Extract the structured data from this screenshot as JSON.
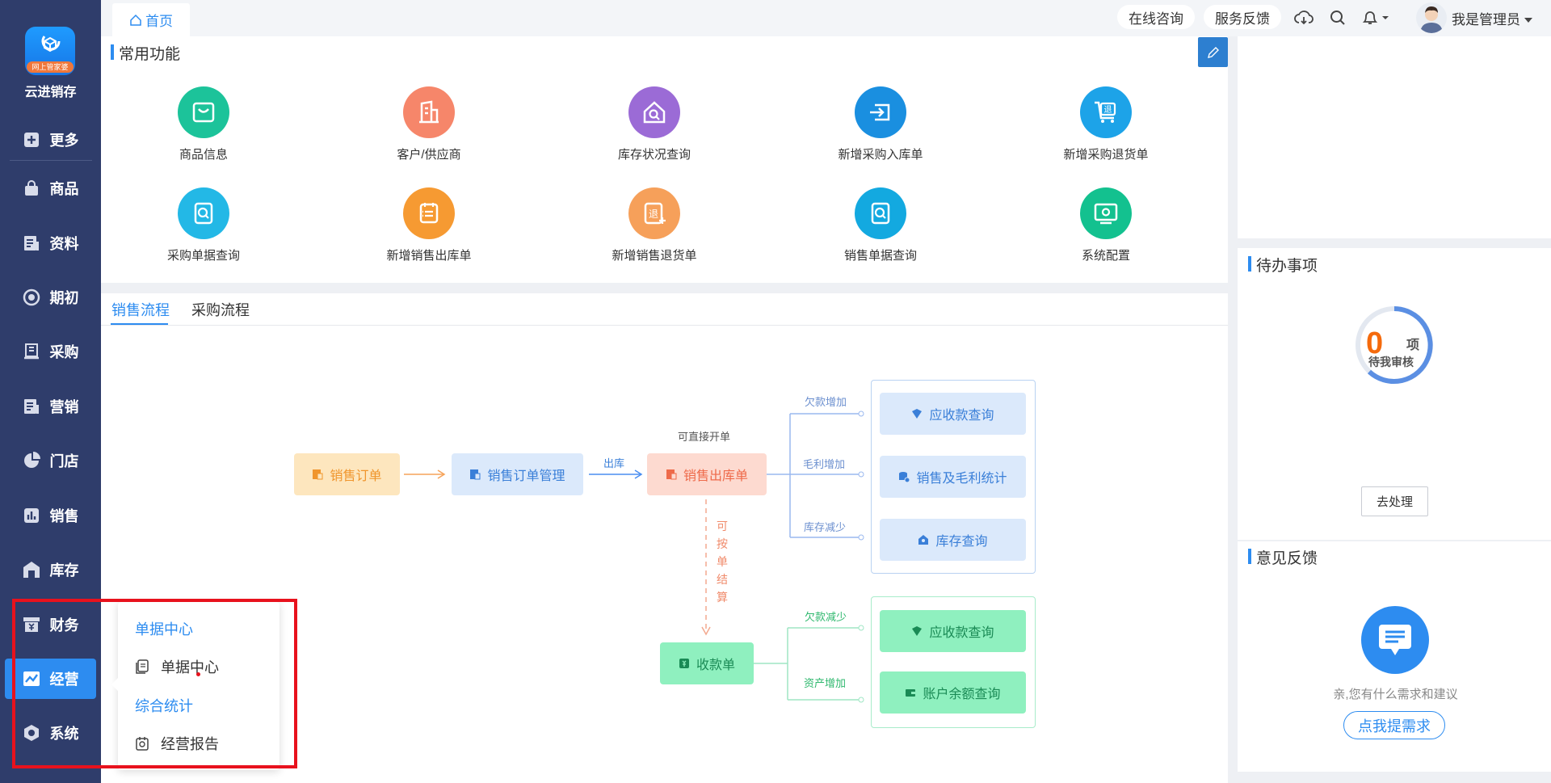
{
  "app": {
    "name": "云进销存",
    "logo_badge": "网上管家婆"
  },
  "sidebar": {
    "items": [
      {
        "label": "更多",
        "icon": "plus-square-icon"
      },
      {
        "label": "商品",
        "icon": "bag-icon"
      },
      {
        "label": "资料",
        "icon": "document-icon"
      },
      {
        "label": "期初",
        "icon": "target-icon"
      },
      {
        "label": "采购",
        "icon": "receipt-icon"
      },
      {
        "label": "营销",
        "icon": "document-icon"
      },
      {
        "label": "门店",
        "icon": "pie-icon"
      },
      {
        "label": "销售",
        "icon": "bar-chart-icon"
      },
      {
        "label": "库存",
        "icon": "warehouse-icon"
      },
      {
        "label": "财务",
        "icon": "yuan-icon"
      },
      {
        "label": "经营",
        "icon": "trend-icon"
      },
      {
        "label": "系统",
        "icon": "hexagon-icon"
      }
    ],
    "active": "经营"
  },
  "topbar": {
    "tab_home": "首页",
    "online_consult": "在线咨询",
    "service_feedback": "服务反馈",
    "username": "我是管理员"
  },
  "common": {
    "title": "常用功能",
    "items": [
      {
        "label": "商品信息",
        "color": "#1cc39a",
        "icon": "bag-icon"
      },
      {
        "label": "客户/供应商",
        "color": "#f6866a",
        "icon": "building-icon"
      },
      {
        "label": "库存状况查询",
        "color": "#9b6bd6",
        "icon": "house-search-icon"
      },
      {
        "label": "新增采购入库单",
        "color": "#1a8fe0",
        "icon": "import-icon"
      },
      {
        "label": "新增采购退货单",
        "color": "#1da3e8",
        "icon": "cart-return-icon"
      },
      {
        "label": "采购单据查询",
        "color": "#23b8e6",
        "icon": "search-doc-icon"
      },
      {
        "label": "新增销售出库单",
        "color": "#f69a32",
        "icon": "doc-list-icon"
      },
      {
        "label": "新增销售退货单",
        "color": "#f6a05a",
        "icon": "return-doc-icon"
      },
      {
        "label": "销售单据查询",
        "color": "#13a9e0",
        "icon": "search-doc-icon"
      },
      {
        "label": "系统配置",
        "color": "#13c18f",
        "icon": "settings-screen-icon"
      }
    ]
  },
  "flow": {
    "tabs": [
      "销售流程",
      "采购流程"
    ],
    "nodes": {
      "sales_order": "销售订单",
      "order_mgmt": "销售订单管理",
      "outbound": "销售出库单",
      "receipt": "收款单",
      "ar_query_1": "应收款查询",
      "sales_profit": "销售及毛利统计",
      "stock_query": "库存查询",
      "ar_query_2": "应收款查询",
      "balance_query": "账户余额查询"
    },
    "labels": {
      "out": "出库",
      "direct": "可直接开单",
      "debt_up": "欠款增加",
      "profit_up": "毛利增加",
      "stock_down": "库存减少",
      "debt_down": "欠款减少",
      "asset_up": "资产增加",
      "settle": "可按单结算"
    }
  },
  "menu": {
    "group1": "单据中心",
    "item1": "单据中心",
    "group2": "综合统计",
    "item2": "经营报告"
  },
  "todo": {
    "title": "待办事项",
    "count": "0",
    "unit": "项",
    "sub": "待我审核",
    "button": "去处理"
  },
  "feedback": {
    "title": "意见反馈",
    "text": "亲,您有什么需求和建议",
    "button": "点我提需求"
  }
}
